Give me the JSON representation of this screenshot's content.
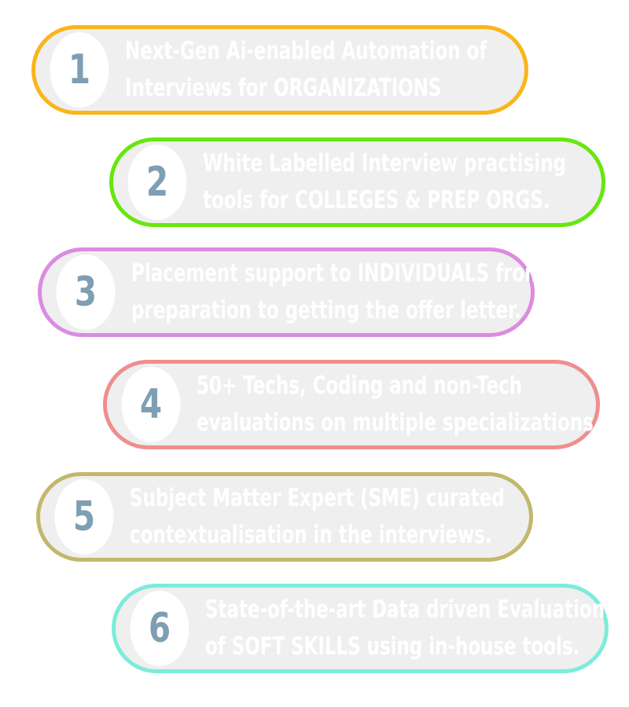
{
  "items": [
    {
      "number": "1",
      "line1": "Next-Gen Ai-enabled Automation of",
      "line2": "Interviews for ORGANIZATIONS",
      "color": "#f9b51a"
    },
    {
      "number": "2",
      "line1": "White Labelled Interview practising",
      "line2": "tools for COLLEGES & PREP ORGS.",
      "color": "#67e60f"
    },
    {
      "number": "3",
      "line1": "Placement support to INDIVIDUALS from",
      "line2": "preparation to getting the offer letter.",
      "color": "#dc8be0"
    },
    {
      "number": "4",
      "line1": "50+ Techs, Coding and non-Tech",
      "line2": "evaluations on multiple specializations.",
      "color": "#ee8f8d"
    },
    {
      "number": "5",
      "line1": "Subject Matter Expert (SME) curated",
      "line2": "contextualisation in the interviews.",
      "color": "#c2b86c"
    },
    {
      "number": "6",
      "line1": "State-of-the-art Data driven Evaluation",
      "line2": "of SOFT SKILLS using in-house tools.",
      "color": "#7decd9"
    }
  ],
  "colors": {
    "pill_fill": "#efefef",
    "number_text": "#7e9fb3",
    "body_text": "#ffffff"
  }
}
